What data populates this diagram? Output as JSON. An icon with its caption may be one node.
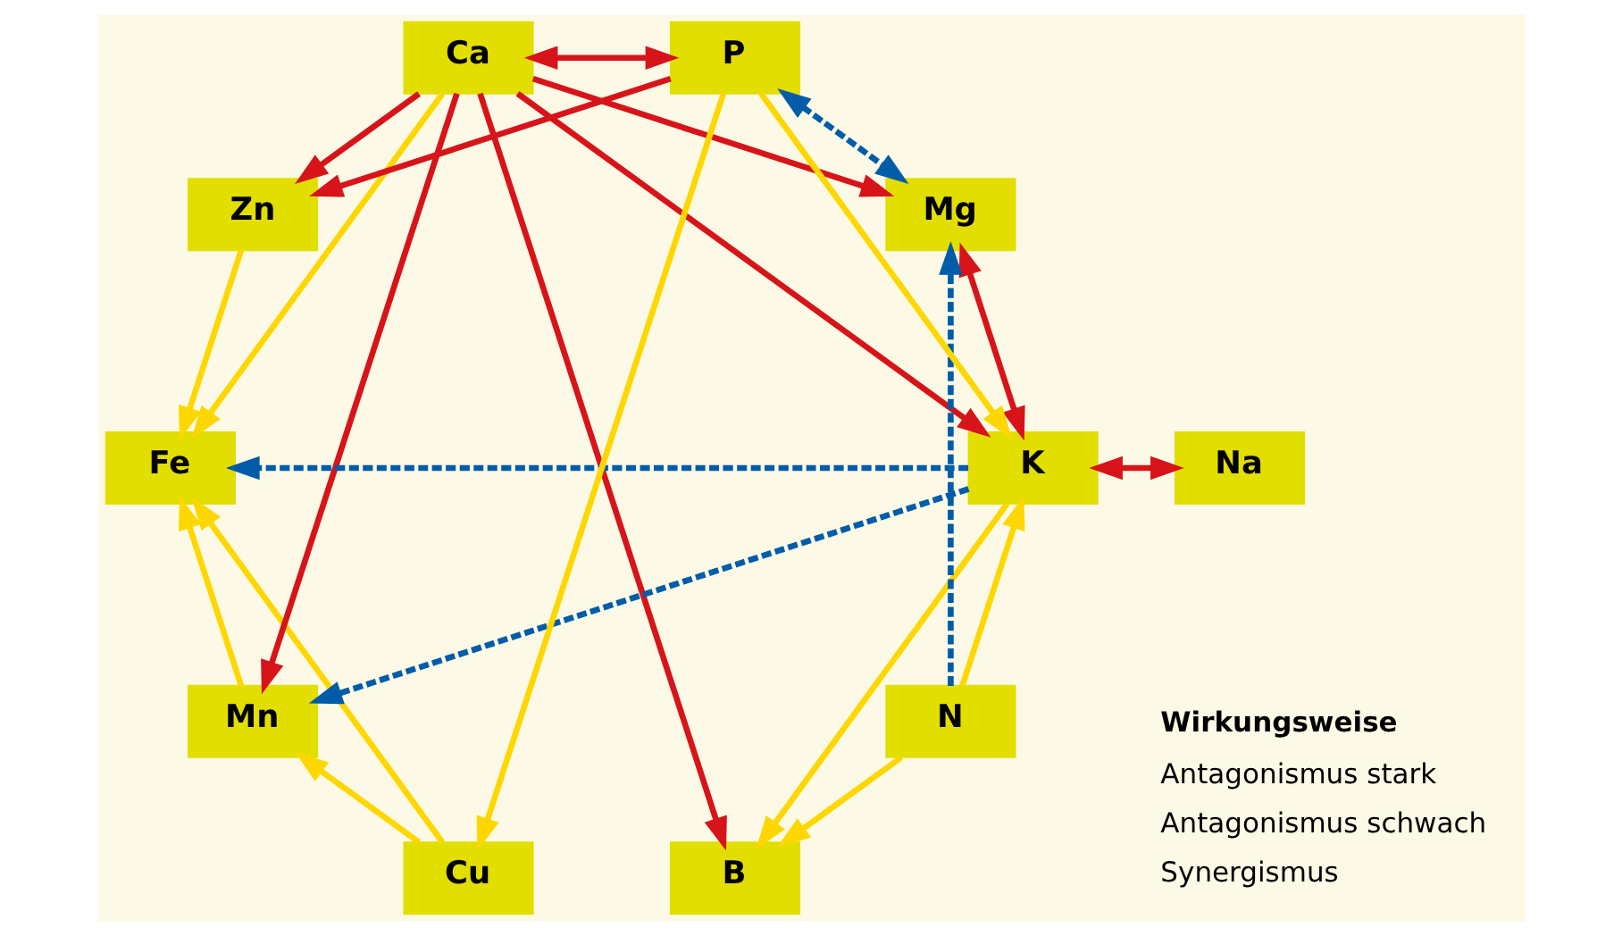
{
  "diagram": {
    "nodes": [
      {
        "text": [
          "Cu"
        ]
      },
      {
        "text": [
          "Mg"
        ]
      },
      {
        "text": [
          "Ca"
        ]
      },
      {
        "text": [
          "Na"
        ]
      },
      {
        "text": [
          "Mn"
        ]
      },
      {
        "text": [
          "Zn"
        ]
      },
      {
        "text": [
          "K"
        ]
      },
      {
        "text": [
          "N"
        ]
      },
      {
        "text": [
          "Fe"
        ]
      },
      {
        "text": [
          "B"
        ]
      },
      {
        "text": [
          "P"
        ]
      }
    ],
    "edges": [
      {
        "from": 2,
        "to": 1,
        "arrow": "to",
        "color": "#d7141a"
      },
      {
        "from": 2,
        "to": 4,
        "arrow": "to",
        "color": "#d7141a"
      },
      {
        "from": 2,
        "to": 6,
        "arrow": "to",
        "color": "#d7141a"
      },
      {
        "from": 2,
        "to": 5,
        "arrow": "to",
        "color": "#d7141a"
      },
      {
        "from": 2,
        "to": 9,
        "arrow": "to",
        "color": "#d7141a"
      },
      {
        "from": 2,
        "to": 10,
        "arrow": "both",
        "color": "#d7141a"
      },
      {
        "from": 6,
        "to": 1,
        "arrow": "both",
        "color": "#d7141a"
      },
      {
        "from": 6,
        "to": 3,
        "arrow": "both",
        "color": "#d7141a"
      },
      {
        "from": 10,
        "to": 5,
        "arrow": "to",
        "color": "#d7141a"
      },
      {
        "from": 0,
        "to": 4,
        "arrow": "to",
        "color": "#ffd700"
      },
      {
        "from": 0,
        "to": 8,
        "arrow": "to",
        "color": "#ffd700"
      },
      {
        "from": 10,
        "to": 0,
        "arrow": "to",
        "color": "#ffd700"
      },
      {
        "from": 2,
        "to": 8,
        "arrow": "to",
        "color": "#ffd700"
      },
      {
        "from": 4,
        "to": 8,
        "arrow": "to",
        "color": "#ffd700"
      },
      {
        "from": 5,
        "to": 8,
        "arrow": "to",
        "color": "#ffd700"
      },
      {
        "from": 7,
        "to": 6,
        "arrow": "to",
        "color": "#ffd700"
      },
      {
        "from": 6,
        "to": 9,
        "arrow": "to",
        "color": "#ffd700"
      },
      {
        "from": 10,
        "to": 6,
        "arrow": "to",
        "color": "#ffd700"
      },
      {
        "from": 7,
        "to": 9,
        "arrow": "to",
        "color": "#ffd700"
      },
      {
        "from": 6,
        "to": 4,
        "arrow": "to",
        "style": "dashed",
        "color": "#005ca9"
      },
      {
        "from": 6,
        "to": 8,
        "arrow": "to",
        "style": "dashed",
        "color": "#005ca9"
      },
      {
        "from": 10,
        "to": 1,
        "arrow": "both",
        "style": "dashed",
        "color": "#005ca9"
      },
      {
        "from": 7,
        "to": 1,
        "arrow": "to",
        "style": "dashed",
        "color": "#005ca9"
      }
    ],
    "labels": [
      "Wirkungsweise"
    ],
    "legend": [
      {
        "text": "Antagonismus stark"
      },
      {
        "text": "Antagonismus schwach"
      },
      {
        "text": "Synergismus"
      }
    ]
  }
}
